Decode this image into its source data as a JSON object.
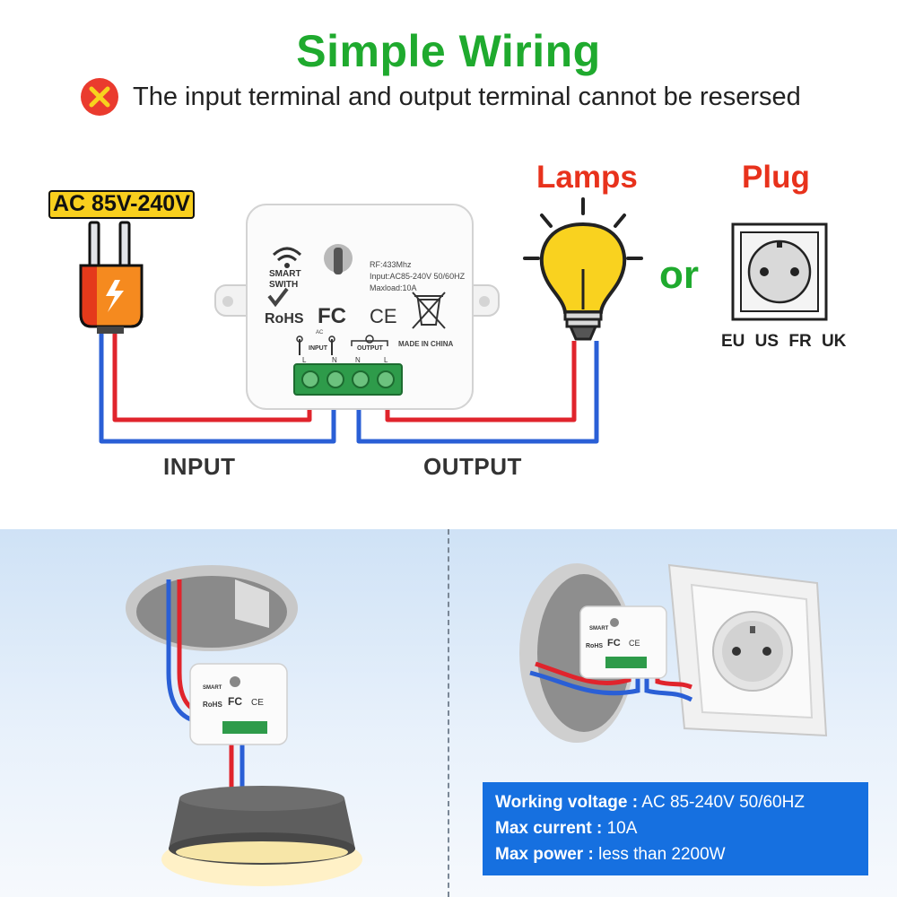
{
  "title": "Simple Wiring",
  "warning": {
    "text": "The input terminal and output terminal cannot be resersed",
    "icon": "x-cross-icon"
  },
  "power": {
    "badge": "AC 85V-240V"
  },
  "labels": {
    "lamps": "Lamps",
    "plug": "Plug",
    "or": "or",
    "input": "INPUT",
    "output": "OUTPUT"
  },
  "plug_standards": "EU  US  FR  UK",
  "device": {
    "brand_line1": "SMART",
    "brand_line2": "SWITH",
    "ac_mark": "AC",
    "rf": "RF:433Mhz",
    "input_spec": "Input:AC85-240V 50/60HZ",
    "maxload": "Maxload:10A",
    "rohs": "RoHS",
    "fc": "FC",
    "ce": "CE",
    "made_in": "MADE IN CHINA",
    "input_group": "INPUT",
    "output_group": "OUTPUT",
    "terminals": [
      "L",
      "N",
      "N",
      "L"
    ]
  },
  "specs": [
    {
      "label": "Working voltage :",
      "value": " AC 85-240V 50/60HZ"
    },
    {
      "label": "Max current :",
      "value": " 10A"
    },
    {
      "label": "Max power :",
      "value": " less than 2200W"
    }
  ],
  "colors": {
    "title_green": "#1faa2e",
    "label_red": "#e8321c",
    "wire_red": "#e0242c",
    "wire_blue": "#2a5fd6",
    "spec_blue": "#1670e0",
    "badge_yellow": "#f8cf1e"
  }
}
